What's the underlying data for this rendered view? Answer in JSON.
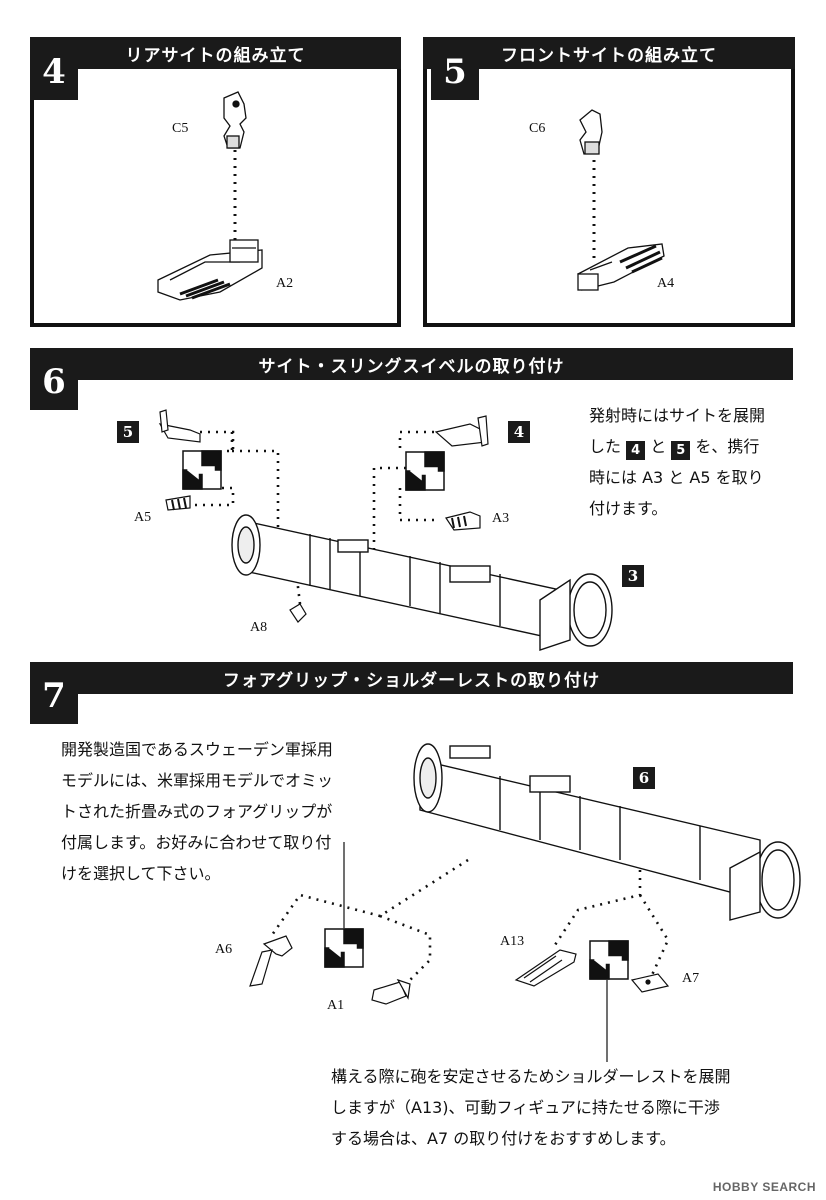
{
  "steps": {
    "s4": {
      "number": "4",
      "title": "リアサイトの組み立て",
      "parts": {
        "c5": "C5",
        "a2": "A2"
      }
    },
    "s5": {
      "number": "5",
      "title": "フロントサイトの組み立て",
      "parts": {
        "c6": "C6",
        "a4": "A4"
      }
    },
    "s6": {
      "number": "6",
      "title": "サイト・スリングスイベルの取り付け",
      "refs": {
        "left": "5",
        "right": "4",
        "base": "3"
      },
      "parts": {
        "a5": "A5",
        "a3": "A3",
        "a8": "A8"
      },
      "note": {
        "line1": "発射時にはサイトを展開",
        "line2_a": "した",
        "line2_box1": "4",
        "line2_b": "と",
        "line2_box2": "5",
        "line2_c": "を、携行",
        "line3": "時には A3 と A5 を取り",
        "line4": "付けます。"
      }
    },
    "s7": {
      "number": "7",
      "title": "フォアグリップ・ショルダーレストの取り付け",
      "refs": {
        "base": "6"
      },
      "parts": {
        "a6": "A6",
        "a1": "A1",
        "a13": "A13",
        "a7": "A7"
      },
      "note_top": [
        "開発製造国であるスウェーデン軍採用",
        "モデルには、米軍採用モデルでオミッ",
        "トされた折畳み式のフォアグリップが",
        "付属します。お好みに合わせて取り付",
        "けを選択して下さい。"
      ],
      "note_bottom": [
        "構える際に砲を安定させるためショルダーレストを展開",
        "しますが（A13)、可動フィギュアに持たせる際に干渉",
        "する場合は、A7 の取り付けをおすすめします。"
      ]
    }
  },
  "footer": {
    "watermark": "HOBBY SEARCH"
  },
  "colors": {
    "bar": "#1a1a1a",
    "line": "#111111",
    "background": "#ffffff"
  }
}
